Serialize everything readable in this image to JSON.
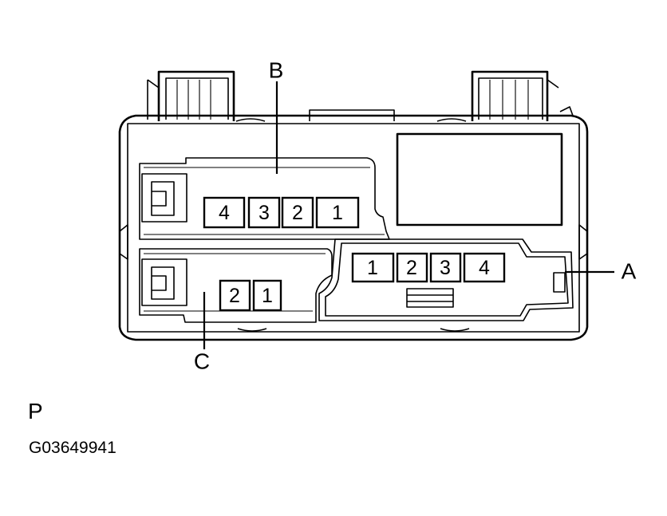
{
  "connector_b": {
    "label": "B",
    "pins": [
      "4",
      "3",
      "2",
      "1"
    ]
  },
  "connector_a": {
    "label": "A",
    "pins": [
      "1",
      "2",
      "3",
      "4"
    ]
  },
  "connector_c": {
    "label": "C",
    "pins": [
      "2",
      "1"
    ]
  },
  "caption": {
    "view_letter": "P",
    "figure_id": "G03649941"
  }
}
